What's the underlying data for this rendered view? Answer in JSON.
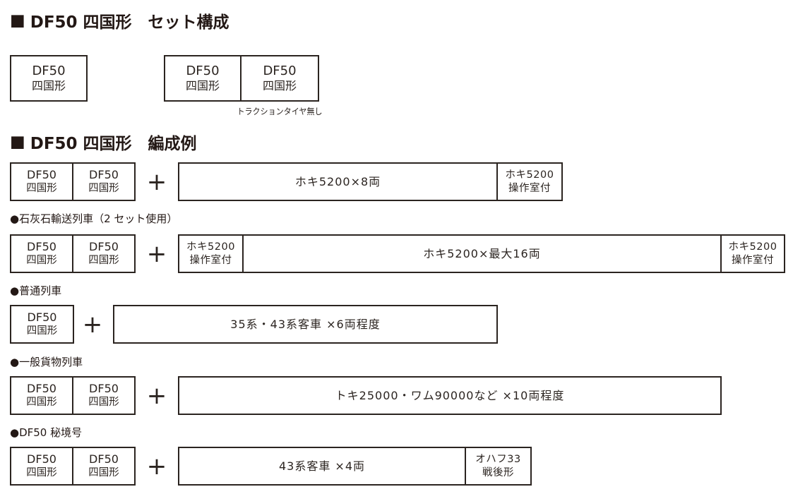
{
  "colors": {
    "ink": "#2b2420",
    "background": "#ffffff"
  },
  "icons": {
    "heading_marker": "■"
  },
  "set_section": {
    "heading": "DF50 四国形　セット構成",
    "single_box": {
      "line1": "DF50",
      "line2": "四国形"
    },
    "pair_left_box": {
      "line1": "DF50",
      "line2": "四国形"
    },
    "pair_right_box": {
      "line1": "DF50",
      "line2": "四国形"
    },
    "pair_note": "トラクションタイヤ無し"
  },
  "formation_section": {
    "heading": "DF50 四国形　編成例",
    "plus_sign": "+",
    "rows": [
      {
        "label": "",
        "locos": [
          {
            "line1": "DF50",
            "line2": "四国形"
          },
          {
            "line1": "DF50",
            "line2": "四国形"
          }
        ],
        "main_box": "ホキ5200×8両",
        "tail_box": {
          "line1": "ホキ5200",
          "line2": "操作室付"
        }
      },
      {
        "label": "●石灰石輸送列車（2 セット使用）",
        "locos": [
          {
            "line1": "DF50",
            "line2": "四国形"
          },
          {
            "line1": "DF50",
            "line2": "四国形"
          }
        ],
        "head_box": {
          "line1": "ホキ5200",
          "line2": "操作室付"
        },
        "main_box": "ホキ5200×最大16両",
        "tail_box": {
          "line1": "ホキ5200",
          "line2": "操作室付"
        }
      },
      {
        "label": "●普通列車",
        "locos": [
          {
            "line1": "DF50",
            "line2": "四国形"
          }
        ],
        "main_box": "35系・43系客車 ×6両程度"
      },
      {
        "label": "●一般貨物列車",
        "locos": [
          {
            "line1": "DF50",
            "line2": "四国形"
          },
          {
            "line1": "DF50",
            "line2": "四国形"
          }
        ],
        "main_box": "トキ25000・ワム90000など ×10両程度"
      },
      {
        "label": "●DF50 秘境号",
        "locos": [
          {
            "line1": "DF50",
            "line2": "四国形"
          },
          {
            "line1": "DF50",
            "line2": "四国形"
          }
        ],
        "main_box": "43系客車 ×4両",
        "tail_box": {
          "line1": "オハフ33",
          "line2": "戦後形"
        }
      }
    ]
  }
}
